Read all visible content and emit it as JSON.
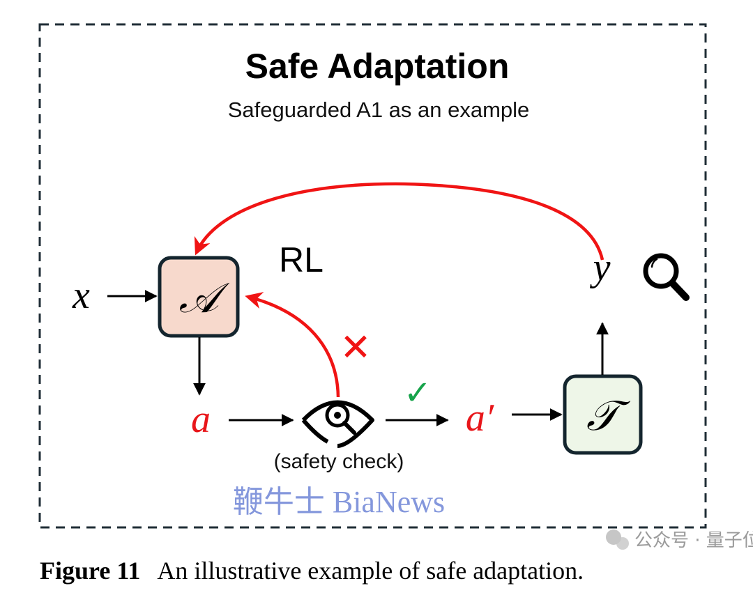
{
  "figure": {
    "title": "Safe Adaptation",
    "subtitle": "Safeguarded A1 as an example",
    "rl_label": "RL",
    "nodes": {
      "input": "x",
      "agent": "𝒜",
      "action": "a",
      "safe_action": "a′",
      "tool": "𝒯",
      "output": "y"
    },
    "safety_check_label": "(safety check)",
    "reject_mark": "✕",
    "accept_mark": "✓",
    "colors": {
      "agent_fill": "#f7d9cc",
      "tool_fill": "#eef6e8",
      "box_stroke": "#14252e",
      "feedback_arrow": "#f01414",
      "action_text": "#e8161a",
      "check_green": "#16a34a",
      "border": "#1f2d36"
    }
  },
  "caption": {
    "label": "Figure 11",
    "text": "An illustrative example of safe adaptation."
  },
  "watermarks": {
    "overlay": "鞭牛士 BiaNews",
    "source": "公众号 · 量子位"
  }
}
